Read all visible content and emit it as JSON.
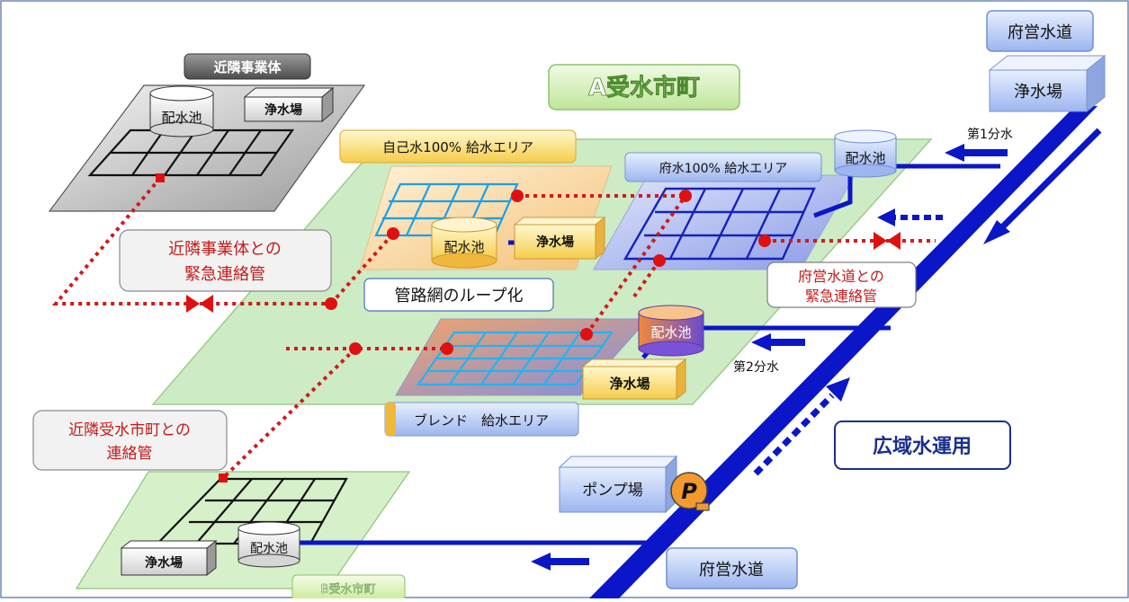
{
  "labels": {
    "prefectural_water_top": "府営水道",
    "prefectural_water_bottom": "府営水道",
    "plant_top_right": "浄水場",
    "neighbor_entity": "近隣事業体",
    "neighbor_reservoir": "配水池",
    "neighbor_plant": "浄水場",
    "city_a": "A受水市町",
    "city_b": "B受水市町",
    "own_water_area": "自己水100% 給水エリア",
    "pref_water_area": "府水100% 給水エリア",
    "blend_area": "ブレンド　給水エリア",
    "own_reservoir": "配水池",
    "own_plant": "浄水場",
    "pref_reservoir": "配水池",
    "blend_reservoir": "配水池",
    "blend_plant": "浄水場",
    "b_plant": "浄水場",
    "b_reservoir": "配水池",
    "first_branch": "第1分水",
    "second_branch": "第2分水",
    "neighbor_link_line1": "近隣事業体との",
    "neighbor_link_line2": "緊急連絡管",
    "pref_link_line1": "府営水道との",
    "pref_link_line2": "緊急連絡管",
    "loop_network": "管路網のループ化",
    "neighbor_city_link_line1": "近隣受水市町との",
    "neighbor_city_link_line2": "連絡管",
    "pump_station": "ポンプ場",
    "pump_symbol": "P",
    "wide_area": "広域水運用"
  },
  "colors": {
    "main_pipe": "#0a16c8",
    "emergency_pipe": "#d11a1a",
    "city_area": "#c9ecc0",
    "valve": "#e01010"
  }
}
